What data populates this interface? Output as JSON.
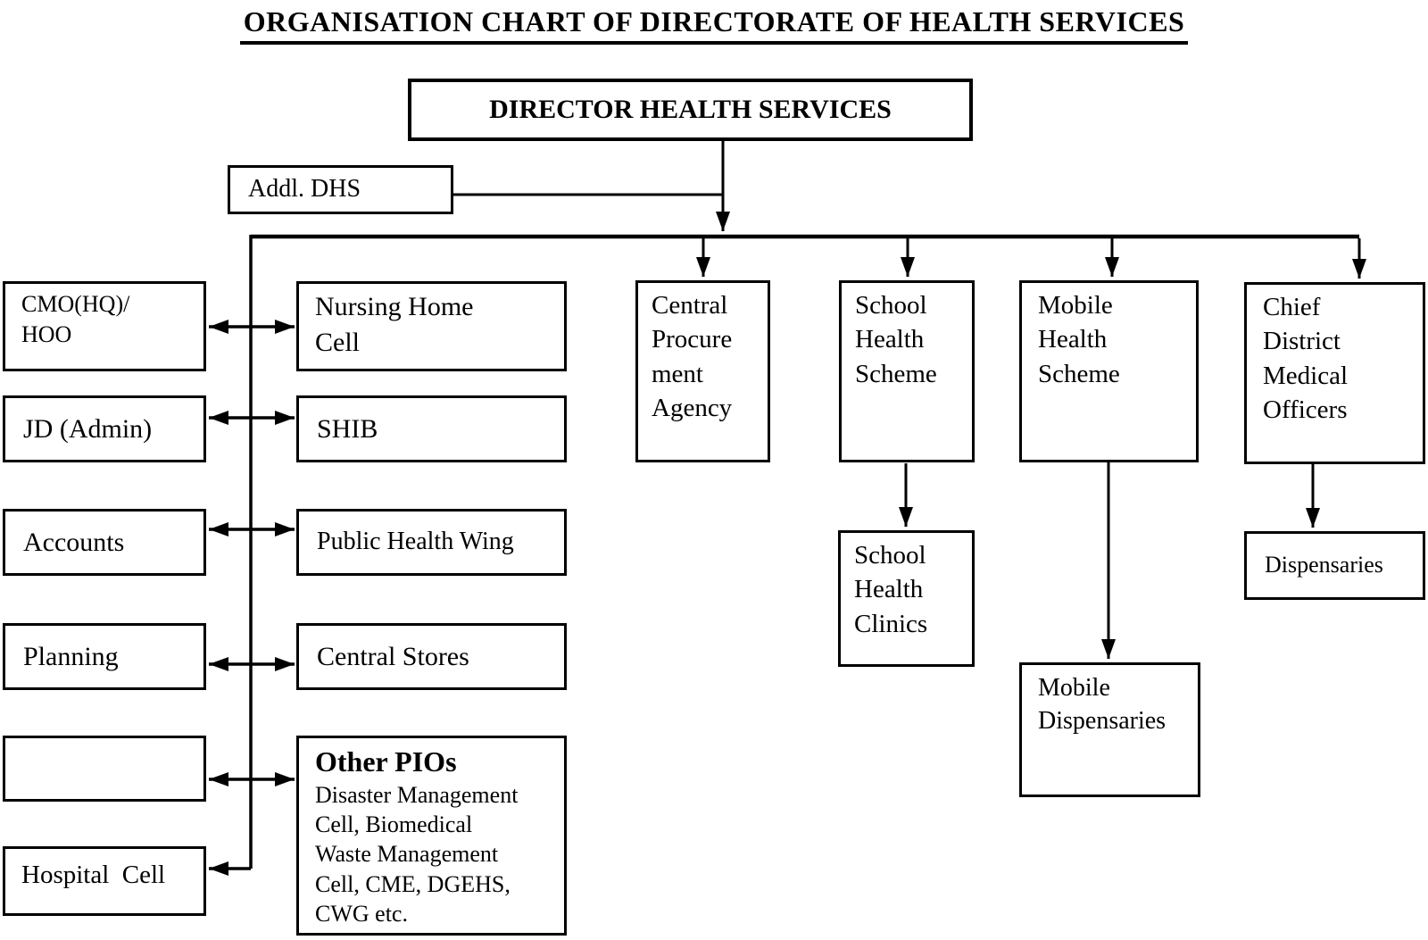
{
  "title": "ORGANISATION CHART OF DIRECTORATE OF HEALTH SERVICES",
  "colors": {
    "ink": "#000000",
    "paper": "#ffffff"
  },
  "nodes": {
    "director": {
      "label": "DIRECTOR HEALTH SERVICES"
    },
    "addl_dhs": {
      "label": "Addl. DHS"
    },
    "cmo_hoo": {
      "line1": "CMO(HQ)/",
      "line2": "HOO"
    },
    "nursing_home_cell": {
      "line1": "Nursing Home",
      "line2": "Cell"
    },
    "jd_admin": {
      "label": "JD (Admin)"
    },
    "shib": {
      "label": "SHIB"
    },
    "accounts": {
      "label": "Accounts"
    },
    "public_health_wing": {
      "label": "Public Health Wing"
    },
    "planning": {
      "label": "Planning"
    },
    "central_stores": {
      "label": "Central Stores"
    },
    "unlabeled_box": {
      "label": ""
    },
    "other_pios": {
      "title": "Other PIOs",
      "line1": "Disaster Management",
      "line2": "Cell, Biomedical",
      "line3": "Waste Management",
      "line4": "Cell, CME, DGEHS,",
      "line5": "CWG etc."
    },
    "hospital_cell": {
      "label": "Hospital  Cell"
    },
    "central_procurement_agency": {
      "line1": "Central",
      "line2": "Procure",
      "line3": "ment",
      "line4": "Agency"
    },
    "school_health_scheme": {
      "line1": "School",
      "line2": "Health",
      "line3": "Scheme"
    },
    "mobile_health_scheme": {
      "line1": "Mobile",
      "line2": "Health",
      "line3": "Scheme"
    },
    "chief_district_medical_officers": {
      "line1": "Chief",
      "line2": "District",
      "line3": "Medical",
      "line4": "Officers"
    },
    "school_health_clinics": {
      "line1": "School",
      "line2": "Health",
      "line3": "Clinics"
    },
    "dispensaries": {
      "label": "Dispensaries"
    },
    "mobile_dispensaries": {
      "line1": "Mobile",
      "line2": "Dispensaries"
    }
  }
}
